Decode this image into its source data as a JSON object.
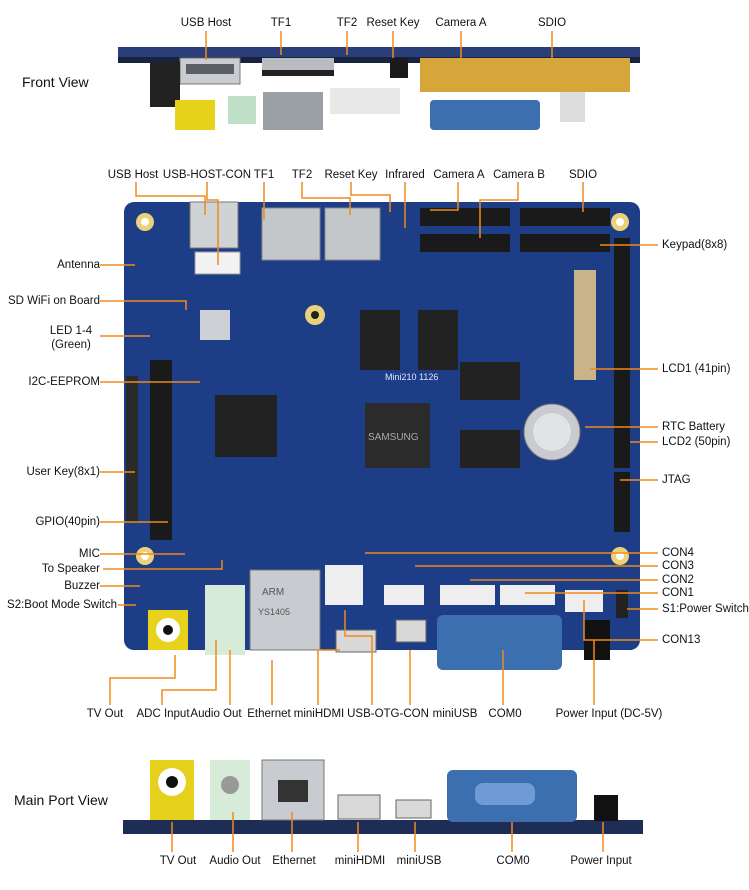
{
  "section_titles": {
    "front": "Front View",
    "main_port": "Main Port View"
  },
  "front_labels": [
    "USB Host",
    "TF1",
    "TF2",
    "Reset Key",
    "Camera A",
    "SDIO"
  ],
  "board_top_labels": [
    "USB Host",
    "USB-HOST-CON",
    "TF1",
    "TF2",
    "Reset Key",
    "Infrared",
    "Camera A",
    "Camera B",
    "SDIO"
  ],
  "board_left_labels": [
    "Antenna",
    "SD WiFi on Board",
    "LED 1-4",
    "(Green)",
    "I2C-EEPROM",
    "User Key(8x1)",
    "GPIO(40pin)",
    "MIC",
    "To Speaker",
    "Buzzer",
    "S2:Boot Mode Switch"
  ],
  "board_right_labels": [
    "Keypad(8x8)",
    "LCD1 (41pin)",
    "RTC Battery",
    "LCD2 (50pin)",
    "JTAG",
    "CON4",
    "CON3",
    "CON2",
    "CON1",
    "S1:Power Switch",
    "CON13"
  ],
  "board_bottom_labels": [
    "TV Out",
    "ADC Input",
    "Audio Out",
    "Ethernet",
    "miniHDMI",
    "USB-OTG-CON",
    "miniUSB",
    "COM0",
    "Power Input (DC-5V)"
  ],
  "port_labels": [
    "TV Out",
    "Audio Out",
    "Ethernet",
    "miniHDMI",
    "miniUSB",
    "COM0",
    "Power Input"
  ],
  "board_silkscreen": {
    "model": "Mini210 1126",
    "cpu": "SAMSUNG",
    "eth_brand": "ARM",
    "eth_code": "YS1405"
  },
  "colors": {
    "pcb": "#1d3d86",
    "pcb_dark": "#142c66",
    "leader": "#f08a1c",
    "connector": "#1a1a1a",
    "gold": "#d9a73a"
  }
}
